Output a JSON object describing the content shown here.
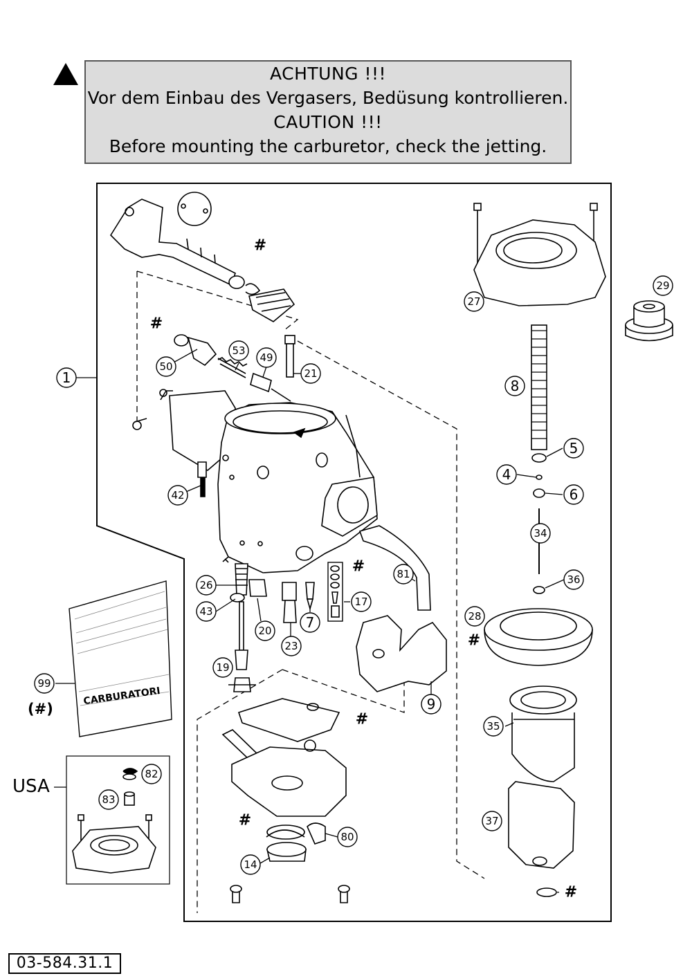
{
  "caution": {
    "title_de": "ACHTUNG !!!",
    "text_de": "Vor dem Einbau des Vergasers, Bedüsung kontrollieren.",
    "title_en": "CAUTION !!!",
    "text_en": "Before mounting the carburetor, check the jetting."
  },
  "labels": {
    "p1": "1",
    "p4": "4",
    "p5": "5",
    "p6": "6",
    "p7": "7",
    "p8": "8",
    "p9": "9",
    "p14": "14",
    "p17": "17",
    "p19": "19",
    "p20": "20",
    "p21": "21",
    "p23": "23",
    "p26": "26",
    "p27": "27",
    "p28": "28",
    "p29": "29",
    "p34": "34",
    "p35": "35",
    "p36": "36",
    "p37": "37",
    "p42": "42",
    "p43": "43",
    "p49": "49",
    "p50": "50",
    "p53": "53",
    "p80": "80",
    "p81": "81",
    "p82": "82",
    "p83": "83",
    "p99": "99"
  },
  "markers": {
    "hash": "#"
  },
  "kit_note": "(#)",
  "bag_text": "CARBURATORI",
  "usa_label": "USA",
  "doc_number": "03-584.31.1"
}
